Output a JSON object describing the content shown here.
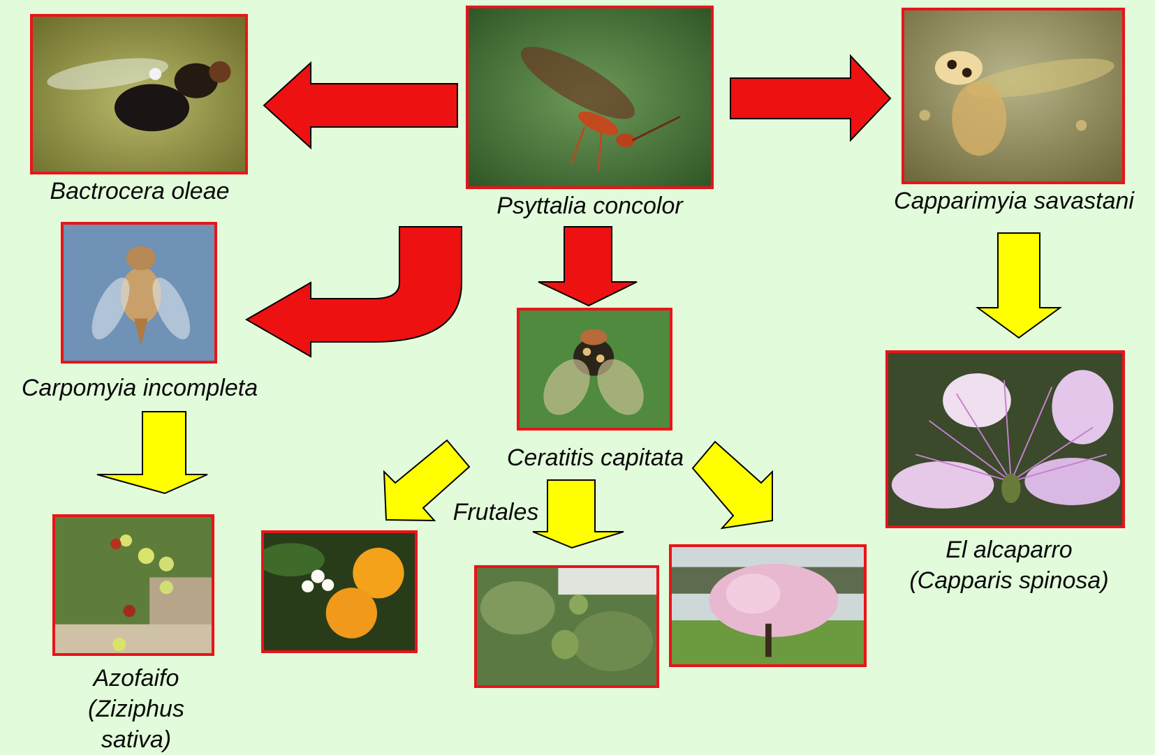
{
  "diagram": {
    "colors": {
      "background": "#e2fbdb",
      "parasitism_arrow": "#ee1111",
      "host_plant_arrow": "#ffff00",
      "photo_border": "#e8141a"
    },
    "parasitoid": {
      "name": "Psyttalia concolor",
      "photo": "parasitoid-wasp-photo"
    },
    "hosts": [
      {
        "name": "Bactrocera oleae",
        "photo": "olive-fly-photo"
      },
      {
        "name": "Capparimyia savastani",
        "photo": "caper-fly-photo"
      },
      {
        "name": "Carpomyia incompleta",
        "photo": "jujube-fly-photo"
      },
      {
        "name": "Ceratitis capitata",
        "photo": "medfly-photo"
      }
    ],
    "plants": {
      "caper": {
        "line1": "El alcaparro",
        "line2": "(Capparis spinosa)",
        "photo": "caper-flower-photo"
      },
      "jujube": {
        "line1": "Azofaifo",
        "line2": "(Ziziphus",
        "line3": "sativa)",
        "photo": "jujube-tree-photo"
      },
      "fruit_trees_label": "Frutales",
      "fruit_trees": [
        {
          "photo": "orange-tree-photo"
        },
        {
          "photo": "fig-tree-photo"
        },
        {
          "photo": "blossoming-fruit-tree-photo"
        }
      ]
    }
  }
}
